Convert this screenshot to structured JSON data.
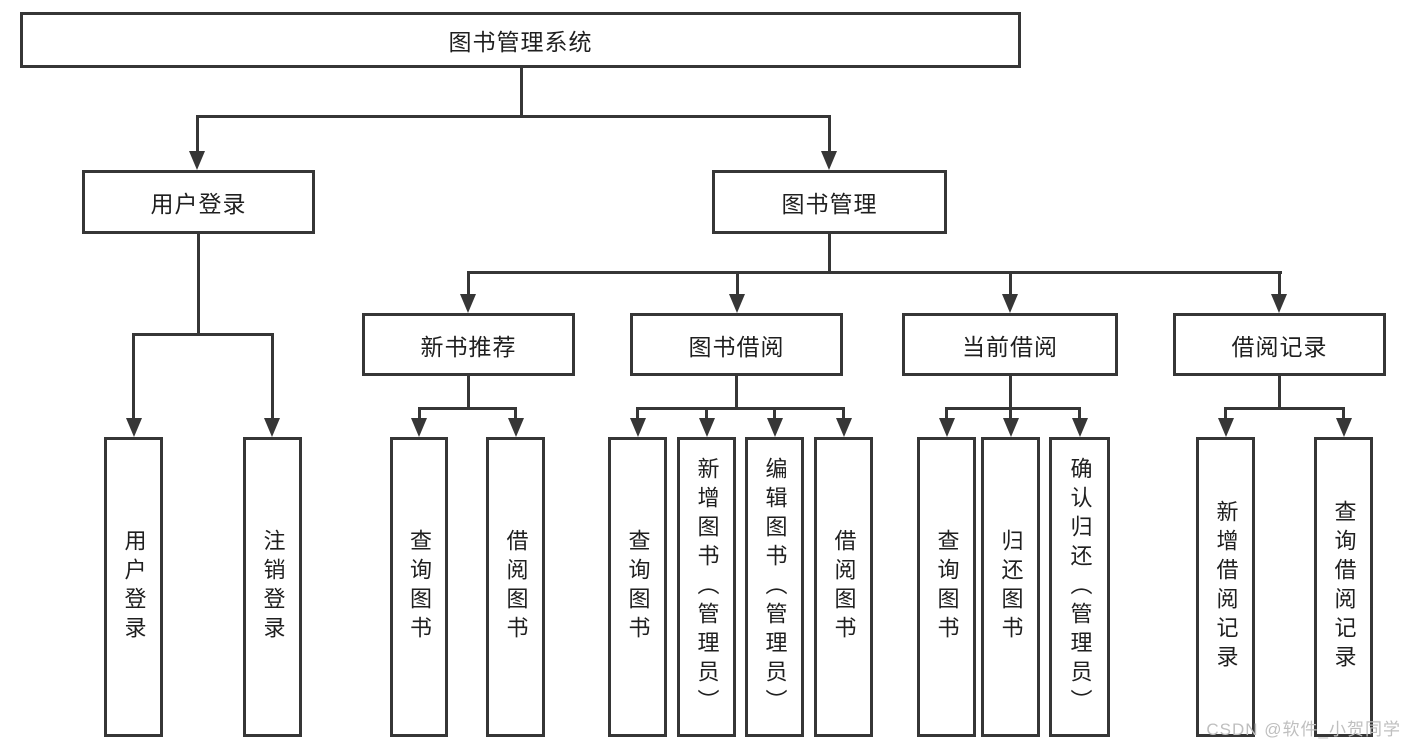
{
  "watermark": "CSDN @软件_小贺同学",
  "tree": {
    "root": {
      "label": "图书管理系统"
    },
    "user_login": {
      "label": "用户登录",
      "children": {
        "login": "用户登录",
        "logout": "注销登录"
      }
    },
    "book_mgmt": {
      "label": "图书管理",
      "new_book_rec": {
        "label": "新书推荐",
        "children": {
          "query": "查询图书",
          "borrow": "借阅图书"
        }
      },
      "book_borrow": {
        "label": "图书借阅",
        "children": {
          "query": "查询图书",
          "add": "新增图书（管理员）",
          "edit": "编辑图书（管理员）",
          "borrow": "借阅图书"
        }
      },
      "current_borrow": {
        "label": "当前借阅",
        "children": {
          "query": "查询图书",
          "return": "归还图书",
          "confirm_return": "确认归还（管理员）"
        }
      },
      "borrow_records": {
        "label": "借阅记录",
        "children": {
          "add": "新增借阅记录",
          "query": "查询借阅记录"
        }
      }
    }
  }
}
